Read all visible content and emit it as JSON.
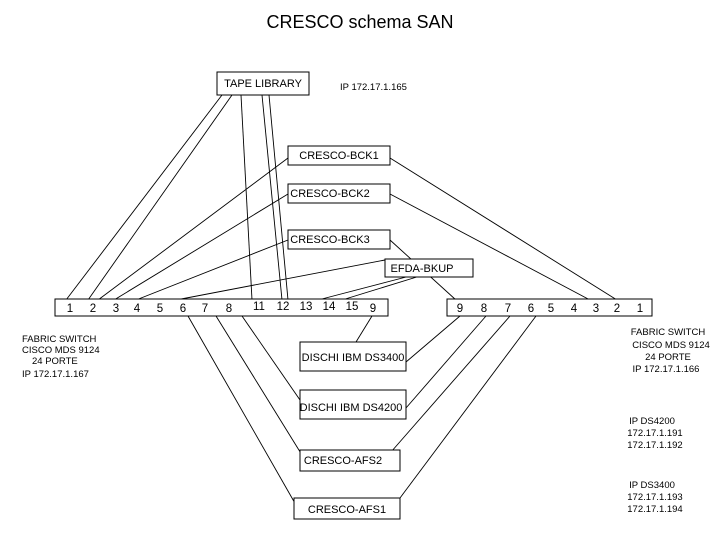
{
  "title": "CRESCO schema SAN",
  "nodes": {
    "tape_library": "TAPE LIBRARY",
    "tape_ip": "IP 172.17.1.165",
    "bck1": "CRESCO-BCK1",
    "bck2": "CRESCO-BCK2",
    "bck3": "CRESCO-BCK3",
    "efda": "EFDA-BKUP",
    "ds3400": "DISCHI IBM DS3400",
    "ds4200": "DISCHI IBM DS4200",
    "afs2": "CRESCO-AFS2",
    "afs1": "CRESCO-AFS1"
  },
  "left_switch": {
    "ports": [
      "1",
      "2",
      "3",
      "4",
      "5",
      "6",
      "7",
      "8",
      "11",
      "12",
      "13",
      "14",
      "15",
      "9"
    ],
    "lines": [
      "FABRIC SWITCH",
      "CISCO MDS 9124",
      "24 PORTE",
      "IP 172.17.1.167"
    ]
  },
  "right_switch": {
    "ports": [
      "9",
      "8",
      "7",
      "6",
      "5",
      "4",
      "3",
      "2",
      "1"
    ],
    "lines": [
      "FABRIC SWITCH",
      "CISCO MDS 9124",
      "24 PORTE",
      "IP 172.17.1.166"
    ]
  },
  "ip_ds4200": [
    "IP DS4200",
    "172.17.1.191",
    "172.17.1.192"
  ],
  "ip_ds3400": [
    "IP DS3400",
    "172.17.1.193",
    "172.17.1.194"
  ]
}
